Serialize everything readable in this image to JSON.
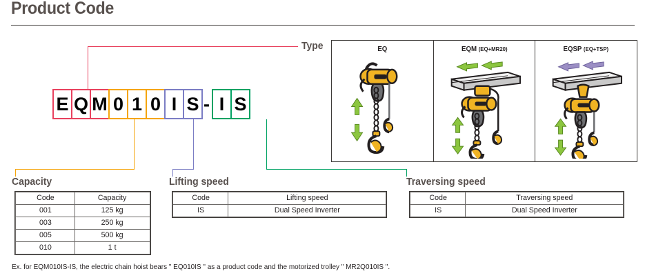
{
  "page": {
    "title": "Product Code",
    "footnote": "Ex. for EQM010IS-IS, the electric chain hoist bears \" EQ010IS \" as a product code and the motorized trolley \" MR2Q010IS \"."
  },
  "code_string": {
    "type_label": "Type",
    "groups": [
      {
        "name": "type",
        "color": "#e8415e",
        "chars": [
          "E",
          "Q",
          "M"
        ]
      },
      {
        "name": "capacity",
        "color": "#f5a50b",
        "chars": [
          "0",
          "1",
          "0"
        ]
      },
      {
        "name": "lifting-speed",
        "color": "#7b7dc4",
        "chars": [
          "I",
          "S"
        ]
      },
      {
        "name": "separator",
        "color": "#000000",
        "chars": [
          "-"
        ]
      },
      {
        "name": "traversing-speed",
        "color": "#00a263",
        "chars": [
          "I",
          "S"
        ]
      }
    ],
    "c0": "E",
    "c1": "Q",
    "c2": "M",
    "c3": "0",
    "c4": "1",
    "c5": "0",
    "c6": "I",
    "c7": "S",
    "sep": "-",
    "c8": "I",
    "c9": "S"
  },
  "types": [
    {
      "code": "EQ",
      "suffix": "",
      "arrow_color": ""
    },
    {
      "code": "EQM",
      "suffix": "(EQ+MR20)",
      "arrow_color": "#8cc63f"
    },
    {
      "code": "EQSP",
      "suffix": "(EQ+TSP)",
      "arrow_color": "#9b8ec4"
    }
  ],
  "capacity_table": {
    "heading": "Capacity",
    "columns": [
      "Code",
      "Capacity"
    ],
    "rows": [
      {
        "code": "001",
        "value": "125 kg"
      },
      {
        "code": "003",
        "value": "250 kg"
      },
      {
        "code": "005",
        "value": "500 kg"
      },
      {
        "code": "010",
        "value": "1 t"
      }
    ]
  },
  "lifting_table": {
    "heading": "Lifting speed",
    "columns": [
      "Code",
      "Lifting speed"
    ],
    "rows": [
      {
        "code": "IS",
        "value": "Dual Speed Inverter"
      }
    ]
  },
  "traversing_table": {
    "heading": "Traversing speed",
    "columns": [
      "Code",
      "Traversing speed"
    ],
    "rows": [
      {
        "code": "IS",
        "value": "Dual Speed Inverter"
      }
    ]
  },
  "colors": {
    "type": "#e8415e",
    "capacity": "#f5a50b",
    "lifting": "#7b7dc4",
    "traversing": "#00a263",
    "heading": "#58514e",
    "hoist_body": "#f0b323",
    "hoist_dark": "#231f20",
    "beam": "#d9d9d9"
  }
}
